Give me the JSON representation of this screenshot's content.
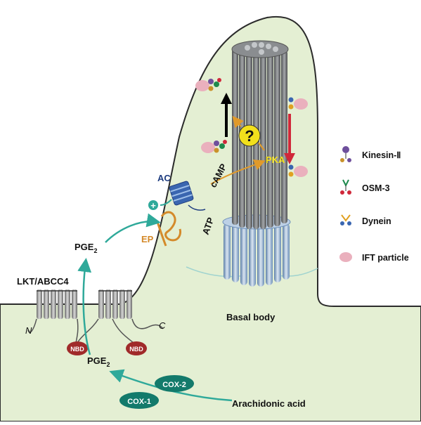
{
  "labels": {
    "ac": "AC",
    "camp": "cAMP",
    "atp": "ATP",
    "pka": "PKA",
    "ep": "EP",
    "pge2_top": "PGE",
    "pge2_bottom": "PGE",
    "pge2_subscript": "2",
    "lkt": "LKT/ABCC4",
    "nbd_left": "NBD",
    "nbd_right": "NBD",
    "n_term": "N",
    "c_term": "C",
    "basal_body": "Basal body",
    "cox2": "COX-2",
    "cox1": "COX-1",
    "arachidonic": "Arachidonic acid",
    "question": "?",
    "plus": "+"
  },
  "legend": {
    "items": [
      {
        "label": "Kinesin-Ⅱ",
        "icon": "kinesin-icon"
      },
      {
        "label": "OSM-3",
        "icon": "osm3-icon"
      },
      {
        "label": "Dynein",
        "icon": "dynein-icon"
      },
      {
        "label": "IFT particle",
        "icon": "ift-particle-icon"
      }
    ]
  },
  "colors": {
    "cell": "#e4efd3",
    "membrane": "#2b2b2b",
    "teal_arrow": "#2fa99a",
    "cox": "#137a6b",
    "nbd": "#a02a2a",
    "ep": "#d48a2a",
    "ac_blue": "#3a66b0",
    "pka_yellow": "#f2e01c",
    "anterograde": "#000000",
    "retrograde": "#d0283a",
    "axoneme": "#6a6c6e",
    "basal": "#8fb0d4",
    "ift": "#eab0bd",
    "orange_arrow": "#e09a2a"
  }
}
